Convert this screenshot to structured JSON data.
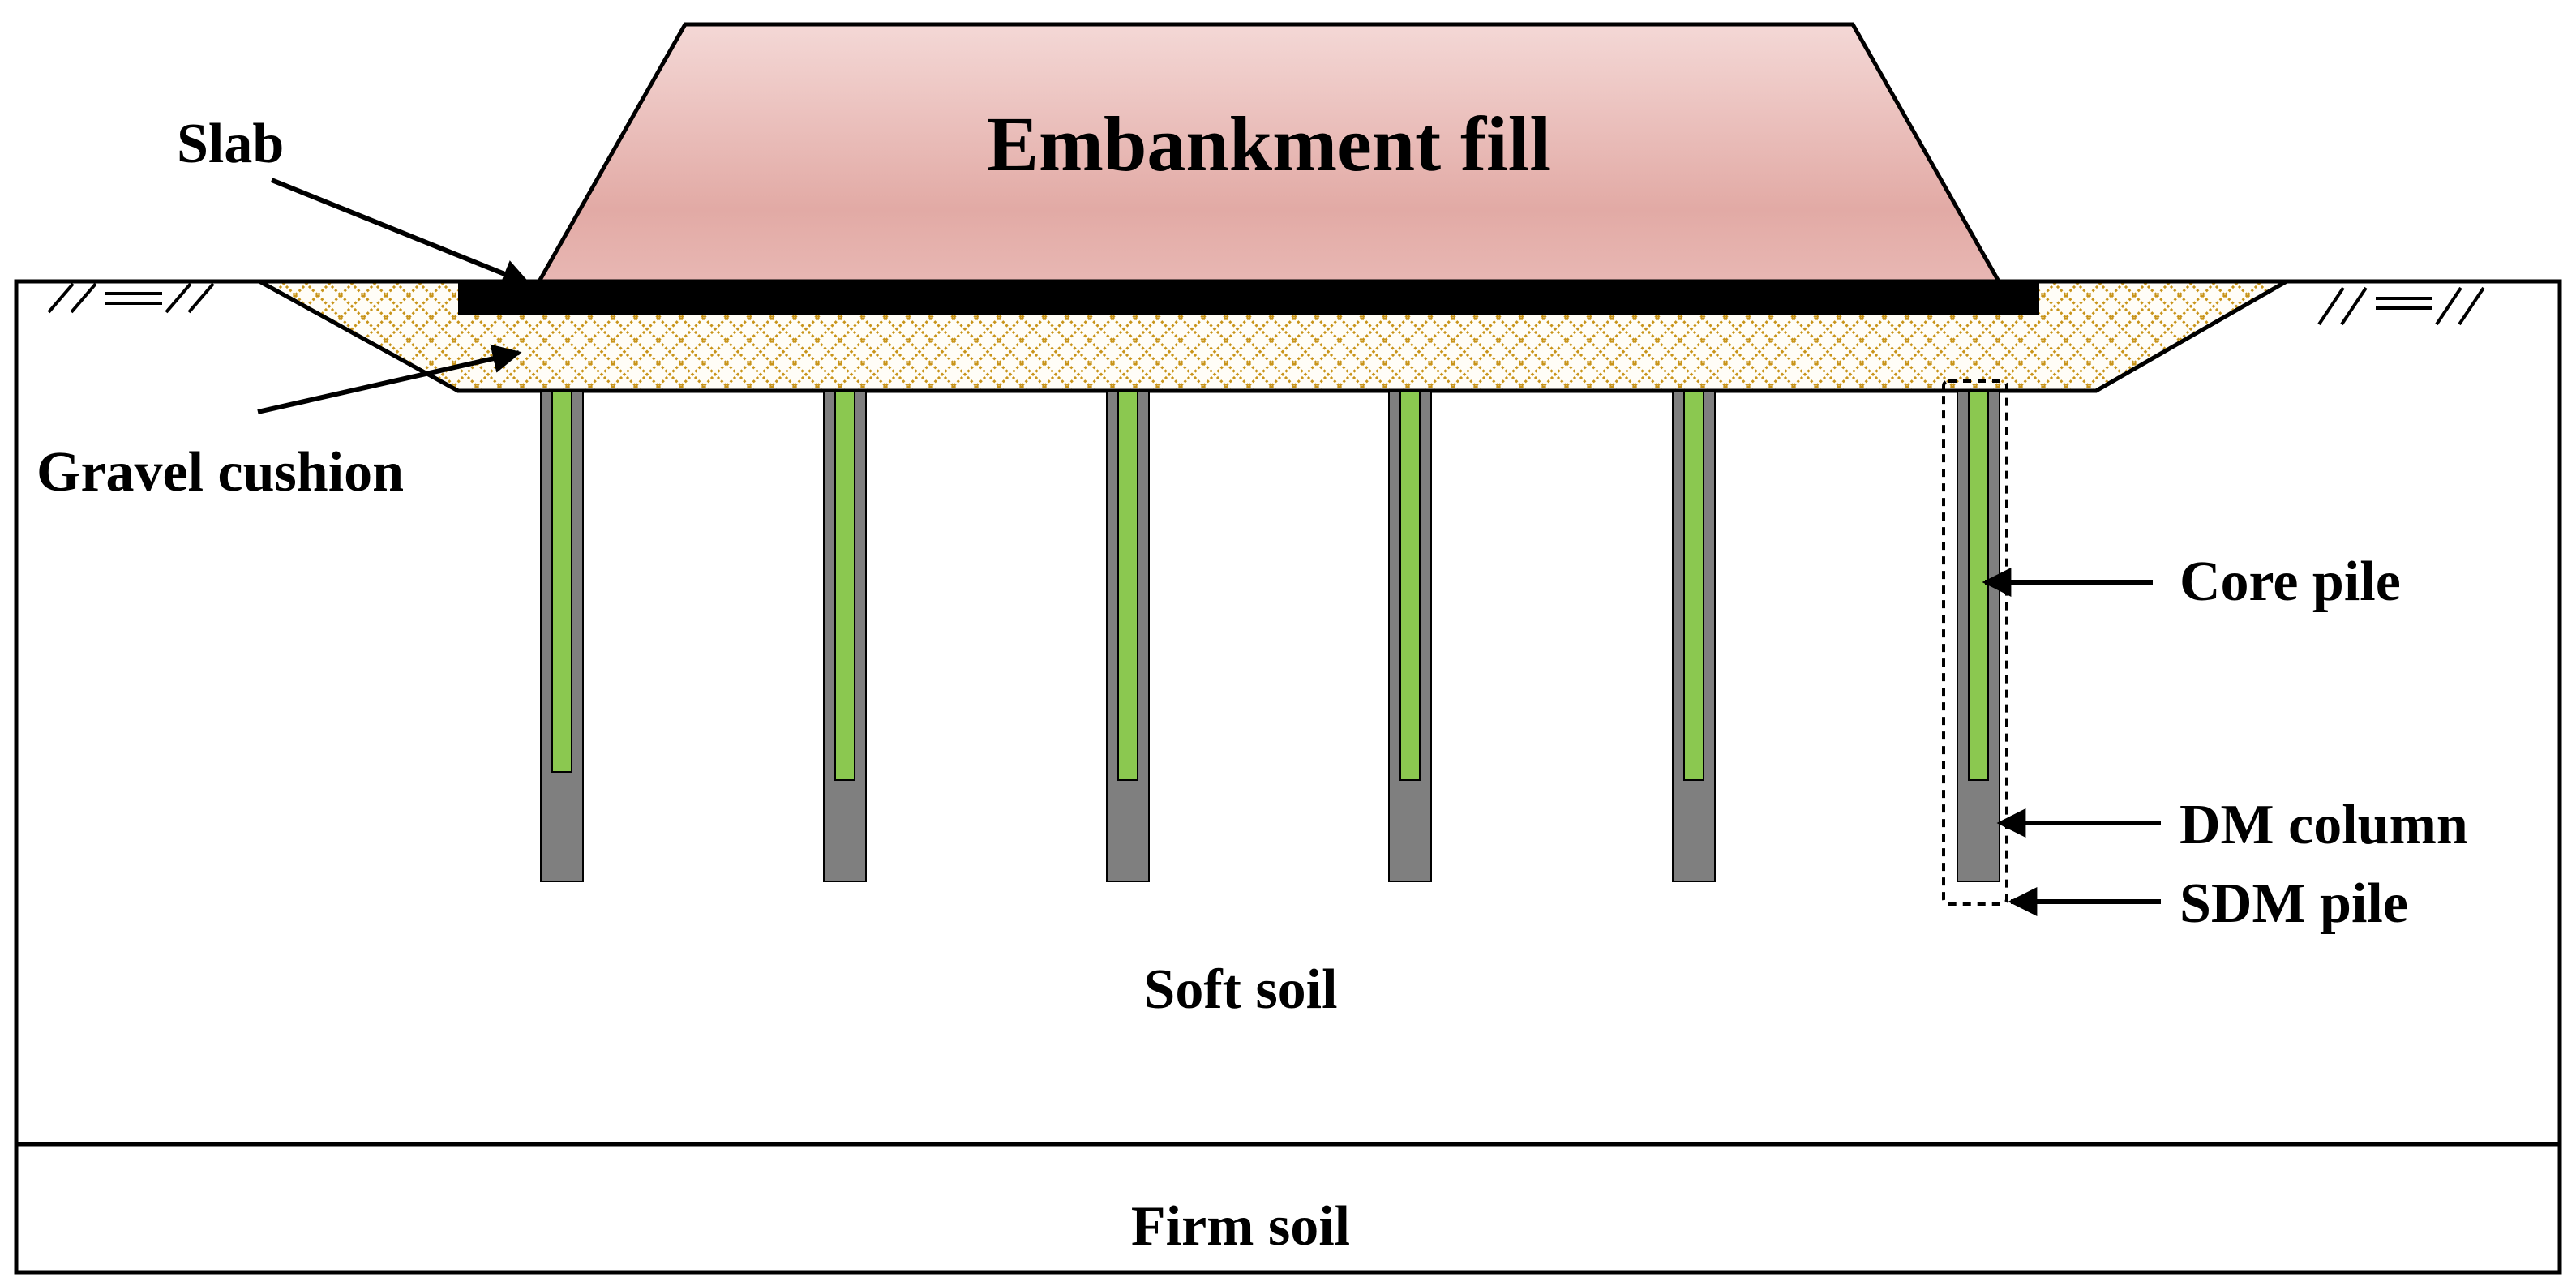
{
  "labels": {
    "embankment": "Embankment fill",
    "slab": "Slab",
    "gravel_cushion": "Gravel cushion",
    "core_pile": "Core pile",
    "dm_column": "DM column",
    "sdm_pile": "SDM pile",
    "soft_soil": "Soft soil",
    "firm_soil": "Firm soil"
  },
  "colors": {
    "embankment_top": "#f4d8d6",
    "embankment_mid": "#e2aaa5",
    "gravel_hatch": "#c8941a",
    "dm_column": "#7f7f7f",
    "core_pile": "#8bc850",
    "slab": "#000000",
    "outline": "#000000"
  },
  "pile_count": 6
}
